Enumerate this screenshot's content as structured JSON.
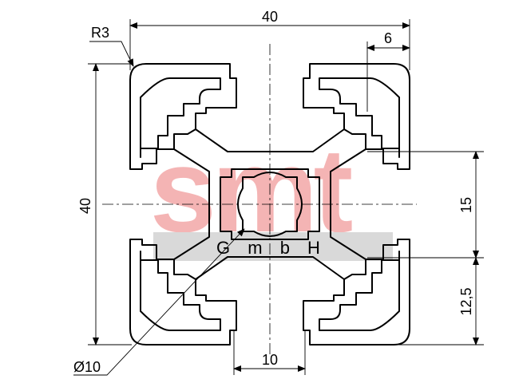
{
  "watermark": {
    "brand": "smt",
    "subtitle": "G m b H",
    "color": "#f4b4b4",
    "bar_color": "#d9d9d9"
  },
  "dimensions": {
    "top_width": "40",
    "slot_offset": "6",
    "corner_radius": "R3",
    "left_height": "40",
    "slot_pitch": "15",
    "edge_offset": "12,5",
    "bore_diameter": "Ø10",
    "slot_width": "10"
  },
  "colors": {
    "line": "#000000",
    "centerline": "#000000"
  }
}
